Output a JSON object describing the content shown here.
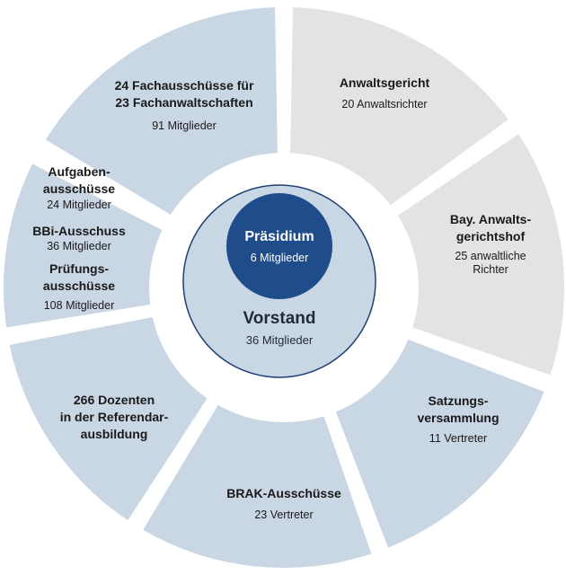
{
  "colors": {
    "blue_segment": "#c9d6e4",
    "gray_segment": "#e3e3e3",
    "vorstand_fill": "#c9d6e4",
    "vorstand_stroke": "#1e3f73",
    "praesidium_fill": "#1f4d8c"
  },
  "center": {
    "vorstand": {
      "title": "Vorstand",
      "sub": "36 Mitglieder"
    },
    "praesidium": {
      "title": "Präsidium",
      "sub": "6 Mitglieder"
    }
  },
  "segments": [
    {
      "id": "fachausschuesse",
      "color": "blue",
      "lines": [
        {
          "text": "24 Fachausschüsse für",
          "style": "title"
        },
        {
          "text": "23 Fachanwaltschaften",
          "style": "title"
        },
        {
          "text": "91 Mitglieder",
          "style": "sub"
        }
      ]
    },
    {
      "id": "anwaltsgericht",
      "color": "gray",
      "lines": [
        {
          "text": "Anwaltsgericht",
          "style": "title"
        },
        {
          "text": "20 Anwaltsrichter",
          "style": "sub"
        }
      ]
    },
    {
      "id": "bay-anwaltsgerichtshof",
      "color": "gray",
      "lines": [
        {
          "text": "Bay. Anwalts-",
          "style": "title"
        },
        {
          "text": "gerichtshof",
          "style": "title"
        },
        {
          "text": "25 anwaltliche",
          "style": "sub"
        },
        {
          "text": "Richter",
          "style": "sub"
        }
      ]
    },
    {
      "id": "satzungsversammlung",
      "color": "blue",
      "lines": [
        {
          "text": "Satzungs-",
          "style": "title"
        },
        {
          "text": "versammlung",
          "style": "title"
        },
        {
          "text": "11 Vertreter",
          "style": "sub"
        }
      ]
    },
    {
      "id": "brak-ausschuesse",
      "color": "blue",
      "lines": [
        {
          "text": "BRAK-Ausschüsse",
          "style": "title"
        },
        {
          "text": "23 Vertreter",
          "style": "sub"
        }
      ]
    },
    {
      "id": "dozenten",
      "color": "blue",
      "lines": [
        {
          "text": "266 Dozenten",
          "style": "title"
        },
        {
          "text": "in der Referendar-",
          "style": "title"
        },
        {
          "text": "ausbildung",
          "style": "title"
        }
      ]
    },
    {
      "id": "aufgaben-bbi-pruefung",
      "color": "blue",
      "lines": [
        {
          "text": "Aufgaben-",
          "style": "title"
        },
        {
          "text": "ausschüsse",
          "style": "title"
        },
        {
          "text": "24 Mitglieder",
          "style": "sub"
        },
        {
          "text": "BBi-Ausschuss",
          "style": "title"
        },
        {
          "text": "36 Mitglieder",
          "style": "sub"
        },
        {
          "text": "Prüfungs-",
          "style": "title"
        },
        {
          "text": "ausschüsse",
          "style": "title"
        },
        {
          "text": "108 Mitglieder",
          "style": "sub"
        }
      ]
    }
  ]
}
